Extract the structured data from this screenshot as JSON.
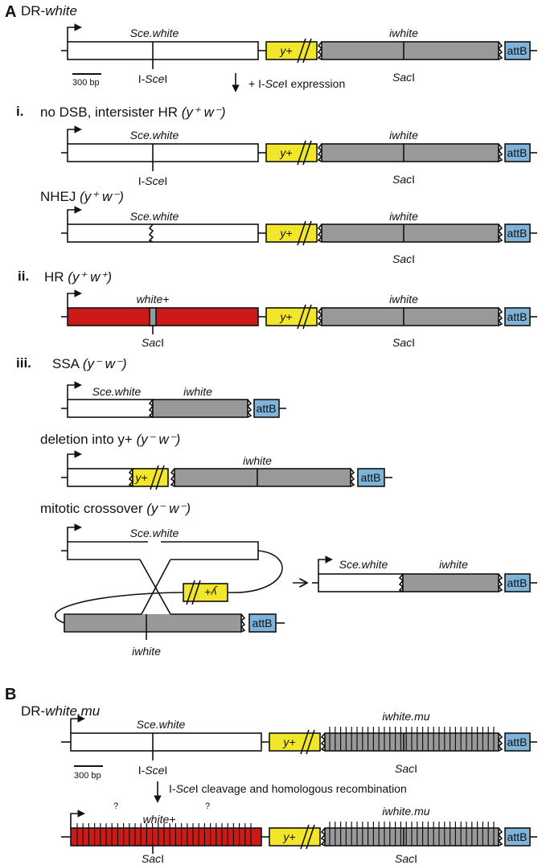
{
  "colors": {
    "white_box": "#ffffff",
    "grey_box": "#999999",
    "yellow_box": "#f2e62a",
    "red_box": "#cc1a18",
    "blue_box": "#7fb3d9",
    "line": "#111111"
  },
  "panel_a": {
    "letter": "A",
    "construct_prefix": "DR-",
    "construct_name": "white",
    "sce_white": "Sce.white",
    "iwhite": "iwhite",
    "y_plus": "y+",
    "attb": "attB",
    "isce_prefix": "I-",
    "isce_ital": "Sce",
    "isce_suffix": "I",
    "sac_ital": "Sac",
    "sac_suffix": "I",
    "scale": "300 bp",
    "expr_prefix": "+ I-",
    "expr_ital": "Sce",
    "expr_suffix": "I expression"
  },
  "sections": {
    "i_num": "i.",
    "i_title": "no DSB, intersister HR",
    "nhej_title": "NHEJ",
    "ii_num": "ii.",
    "ii_title": "HR",
    "white_plus": "white+",
    "iii_num": "iii.",
    "iii_title": "SSA",
    "deletion_title": "deletion into y+",
    "crossover_title": "mitotic crossover"
  },
  "genotypes": {
    "y_plus_w_minus": "(y⁺ w⁻)",
    "y_plus_w_plus": "(y⁺ w⁺)",
    "y_minus_w_minus": "(y⁻ w⁻)"
  },
  "panel_b": {
    "letter": "B",
    "construct_prefix": "DR-",
    "construct_name": "white.mu",
    "iwhite_mu": "iwhite.mu",
    "white_plus": "white+",
    "question": "?",
    "cleavage_ital": "Sce",
    "cleavage_prefix": "I-",
    "cleavage_suffix": "I cleavage and homologous recombination",
    "scale": "300 bp"
  }
}
